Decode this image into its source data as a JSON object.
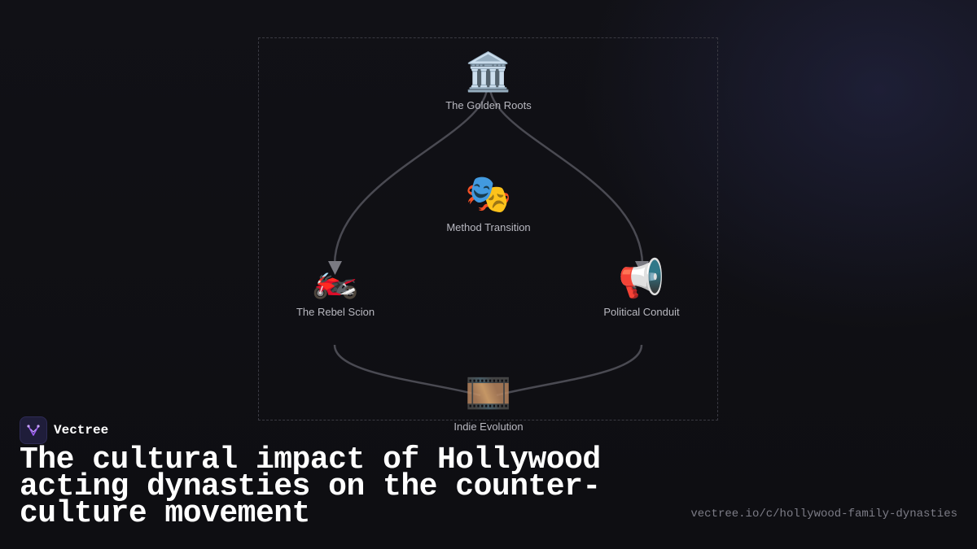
{
  "diagram": {
    "nodes": [
      {
        "id": "golden",
        "icon": "classical-building-icon",
        "glyph": "🏛️",
        "label": "The Golden Roots"
      },
      {
        "id": "method",
        "icon": "performing-arts-masks-icon",
        "glyph": "🎭",
        "label": "Method Transition"
      },
      {
        "id": "rebel",
        "icon": "motorcycle-icon",
        "glyph": "🏍️",
        "label": "The Rebel Scion"
      },
      {
        "id": "political",
        "icon": "megaphone-icon",
        "glyph": "📢",
        "label": "Political Conduit"
      },
      {
        "id": "indie",
        "icon": "film-frames-icon",
        "glyph": "🎞️",
        "label": "Indie Evolution"
      }
    ],
    "edges": [
      {
        "from": "golden",
        "to": "rebel",
        "arrow": true
      },
      {
        "from": "golden",
        "to": "political",
        "arrow": true
      },
      {
        "from": "rebel",
        "to": "indie",
        "arrow": false
      },
      {
        "from": "political",
        "to": "indie",
        "arrow": false
      }
    ],
    "colors": {
      "edge": "#4a4a52",
      "arrow": "#7a7a82",
      "frame": "#3a3a42"
    }
  },
  "brand": {
    "name": "Vectree",
    "logo_icon": "vectree-logo-icon",
    "accent": "#9b5cf0"
  },
  "headline": "The cultural impact of Hollywood acting dynasties on the counter-culture movement",
  "url": "vectree.io/c/hollywood-family-dynasties"
}
